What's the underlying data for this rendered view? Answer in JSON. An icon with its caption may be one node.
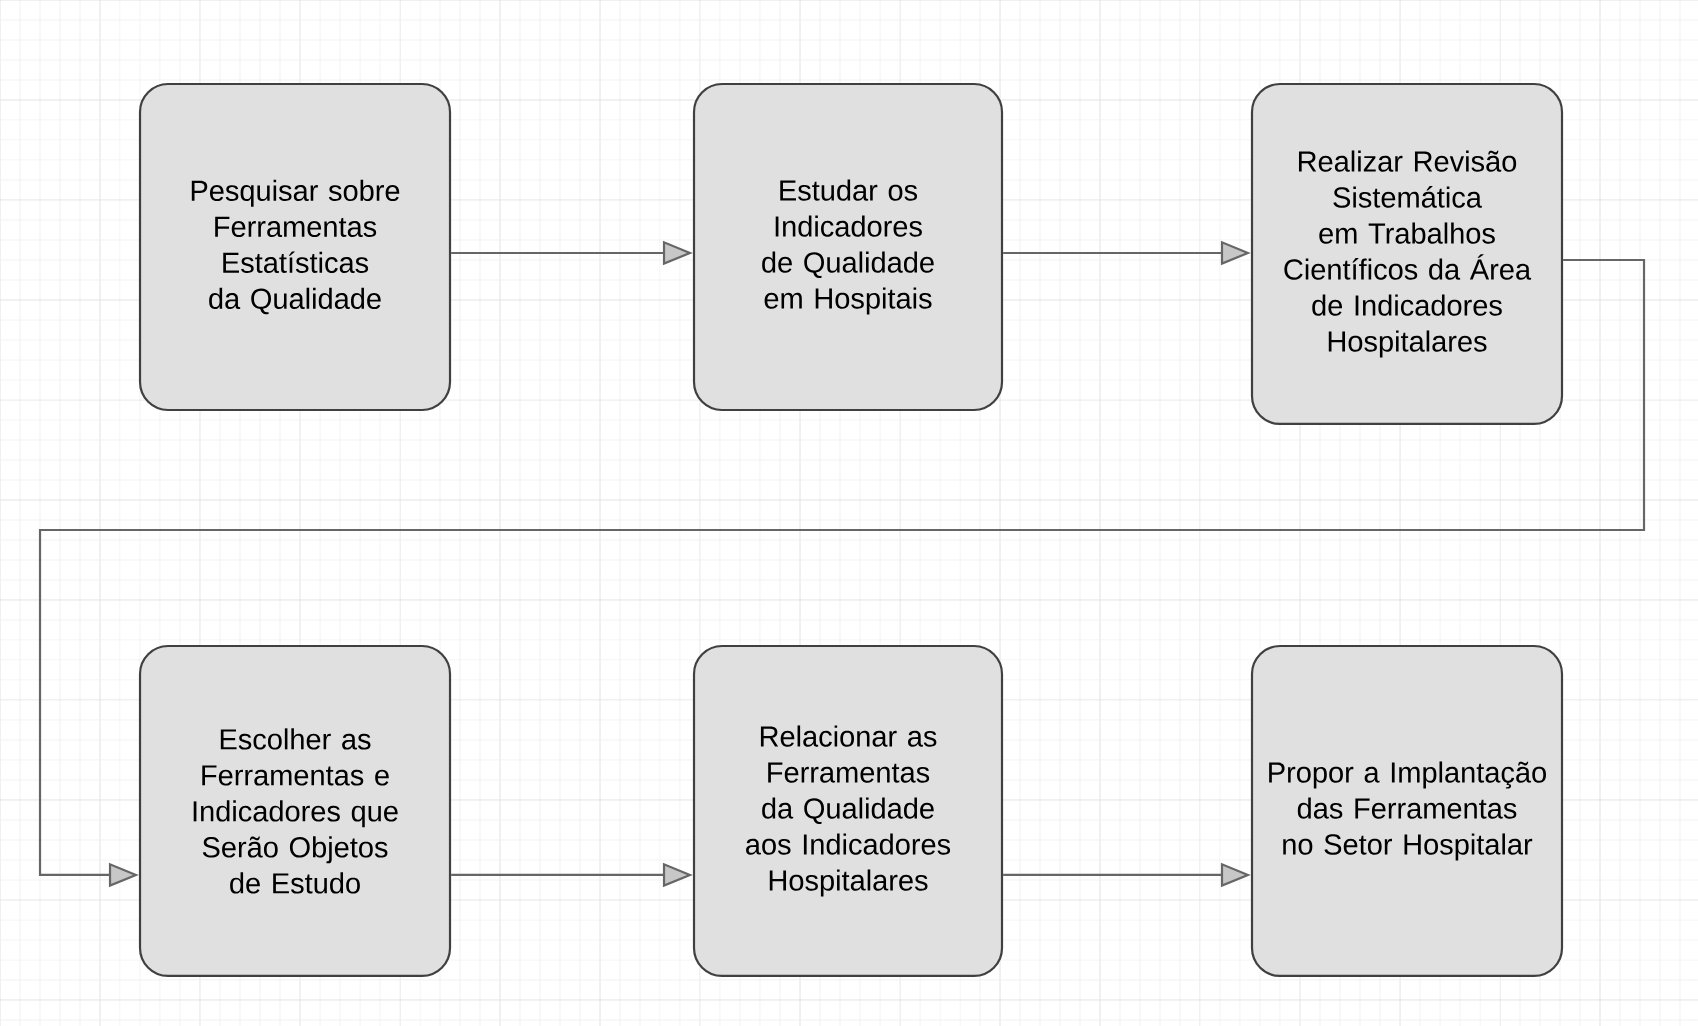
{
  "diagram": {
    "nodes": [
      {
        "text": [
          "Pesquisar sobre Ferramentas Estatísticas da Qualidade"
        ]
      },
      {
        "text": [
          "Estudar os Indicadores de Qualidade em Hospitais"
        ]
      },
      {
        "text": [
          "Realizar Revisão Sistemática em Trabalhos Científicos da Área de Indicadores Hospitalares"
        ]
      },
      {
        "text": [
          "Escolher as Ferramentas e Indicadores que Serão Objetos de Estudo"
        ]
      },
      {
        "text": [
          "Relacionar as Ferramentas da Qualidade aos Indicadores Hospitalares"
        ]
      },
      {
        "text": [
          "Propor a Implantação das Ferramentas no Setor Hospitalar"
        ]
      }
    ],
    "edges": [
      {
        "from": 0,
        "to": 1,
        "arrow": "to"
      },
      {
        "from": 1,
        "to": 2,
        "arrow": "to"
      },
      {
        "from": 2,
        "to": 3,
        "arrow": "to"
      },
      {
        "from": 3,
        "to": 4,
        "arrow": "to"
      },
      {
        "from": 4,
        "to": 5,
        "arrow": "to"
      }
    ]
  }
}
